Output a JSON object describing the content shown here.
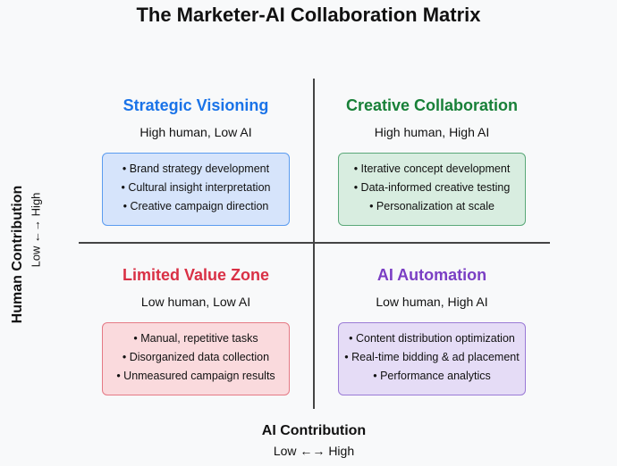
{
  "title": "The Marketer-AI Collaboration Matrix",
  "x_axis": {
    "label": "AI Contribution",
    "range": "Low ←→ High"
  },
  "y_axis": {
    "label": "Human Contribution",
    "range": "Low ←→ High"
  },
  "quadrants": [
    {
      "title": "Strategic Visioning",
      "subtitle": "High human, Low AI",
      "color": "#1a73e8",
      "box_bg": "#d6e4fb",
      "box_border": "#5b9cf0",
      "items": [
        "• Brand strategy development",
        "• Cultural insight interpretation",
        "• Creative campaign direction"
      ]
    },
    {
      "title": "Creative Collaboration",
      "subtitle": "High human, High AI",
      "color": "#188038",
      "box_bg": "#d8ede0",
      "box_border": "#5aa878",
      "items": [
        "• Iterative concept development",
        "• Data-informed creative testing",
        "• Personalization at scale"
      ]
    },
    {
      "title": "Limited Value Zone",
      "subtitle": "Low human, Low AI",
      "color": "#d93045",
      "box_bg": "#fadadd",
      "box_border": "#e57a85",
      "items": [
        "• Manual, repetitive tasks",
        "• Disorganized data collection",
        "• Unmeasured campaign results"
      ]
    },
    {
      "title": "AI Automation",
      "subtitle": "Low human, High AI",
      "color": "#7b3fc4",
      "box_bg": "#e5dcf6",
      "box_border": "#9a7ad6",
      "items": [
        "• Content distribution optimization",
        "• Real-time bidding & ad placement",
        "• Performance analytics"
      ]
    }
  ]
}
